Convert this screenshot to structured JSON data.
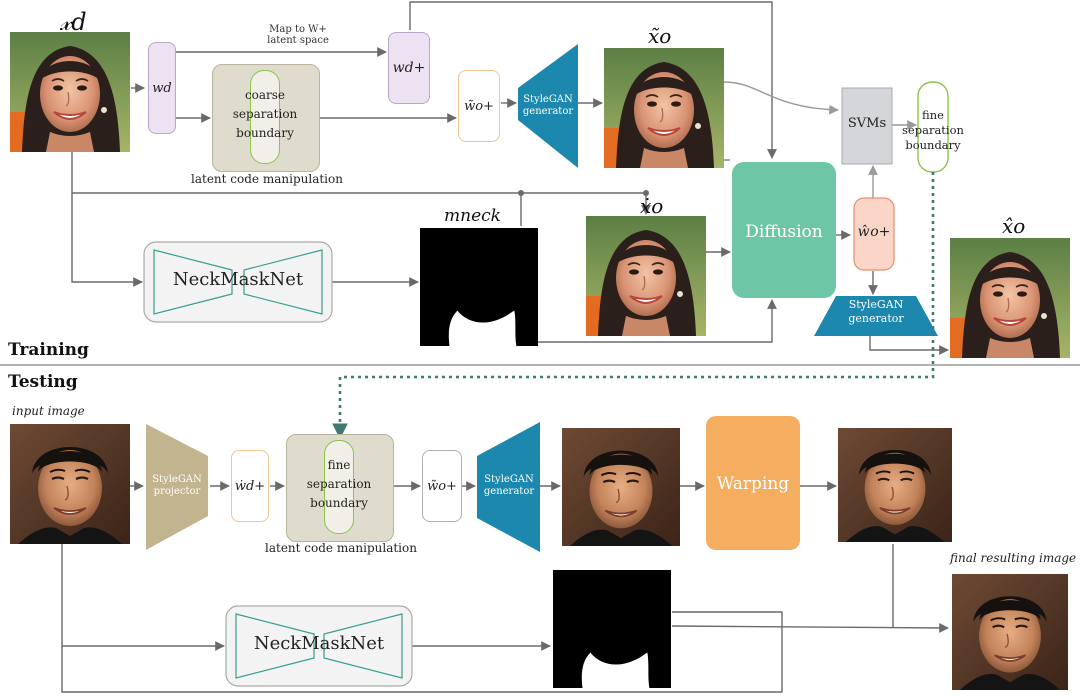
{
  "sections": {
    "training": "Training",
    "testing": "Testing"
  },
  "labels": {
    "x_d": "𝓍d",
    "w_d": "wd",
    "w_d_plus": "wd+",
    "w_o_plus": "w̃o+",
    "x_o_tilde": "x̃o",
    "x_o_dot": "ẋo",
    "x_o_hat": "x̂o",
    "m_neck": "mneck",
    "w_o_hat": "ŵo+",
    "test_w_d_plus": "ẇd+",
    "test_w_o_plus": "w̃o+"
  },
  "captions": {
    "map_to_w": "Map to W+\nlatent space",
    "latent_manip_train": "latent code manipulation",
    "latent_manip_test": "latent code manipulation",
    "input_image": "input image",
    "final_image": "final resulting image"
  },
  "blocks": {
    "coarse_boundary": "coarse\nseparation\nboundary",
    "stylegan_gen_1": "StyleGAN\ngenerator",
    "svms": "SVMs",
    "fine_boundary_train": "fine\nseparation\nboundary",
    "diffusion": "Diffusion",
    "stylegan_gen_2": "StyleGAN\ngenerator",
    "neckmasknet_train": "NeckMaskNet",
    "stylegan_projector": "StyleGAN\nprojector",
    "fine_boundary_test": "fine\nseparation\nboundary",
    "stylegan_gen_test": "StyleGAN\ngenerator",
    "warping": "Warping",
    "neckmasknet_test": "NeckMaskNet"
  },
  "colors": {
    "lavender": "#ece2f2",
    "lavender_border": "#b9a6c9",
    "beige_panel": "#dfdccd",
    "beige_border": "#b8b49d",
    "green_line": "#8cc34a",
    "peach_border": "#f0c58f",
    "stylegan_blue": "#1d88ad",
    "svm_gray": "#d4d6da",
    "diffusion_green": "#6dc7a6",
    "pink_fill": "#fbd6c8",
    "pink_border": "#e3906f",
    "projector_tan": "#c2b48f",
    "warping_orange": "#f5ad5f",
    "neck_box": "#f3f3f3",
    "teal_dotted": "#3f7a74",
    "arrow_gray": "#6a6a6a"
  }
}
